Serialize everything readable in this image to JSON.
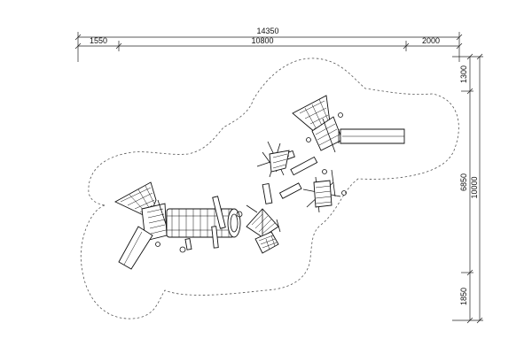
{
  "dimensions": {
    "total_width": "14350",
    "left_offset": "1550",
    "middle_width": "10800",
    "right_offset": "2000",
    "total_height": "10000",
    "top_offset": "1300",
    "middle_height": "6850",
    "bottom_offset": "1850"
  },
  "colors": {
    "line": "#111111",
    "zone": "#555555",
    "background": "#ffffff"
  }
}
